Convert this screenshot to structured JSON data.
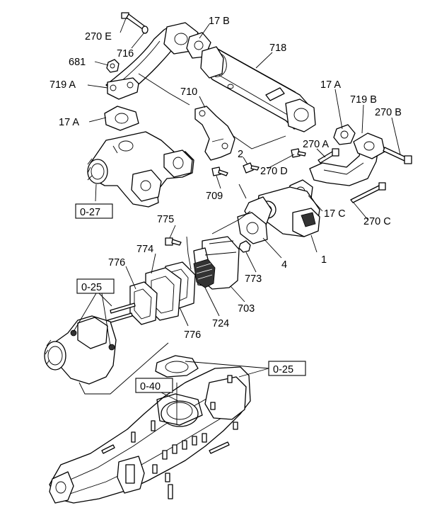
{
  "callouts": {
    "c270e": "270 E",
    "c17b": "17 B",
    "c716": "716",
    "c718": "718",
    "c681": "681",
    "c719a": "719 A",
    "c710": "710",
    "c17a_right": "17 A",
    "c719b": "719 B",
    "c270b": "270 B",
    "c17a_left": "17 A",
    "c270a": "270 A",
    "c2": "2",
    "c270d": "270 D",
    "c709": "709",
    "c17c": "17 C",
    "c270c": "270 C",
    "c775": "775",
    "c774": "774",
    "c776_top": "776",
    "c4": "4",
    "c1": "1",
    "c773": "773",
    "c703": "703",
    "c724": "724",
    "c776_bottom": "776"
  },
  "refs": {
    "r027": "0-27",
    "r025_left": "0-25",
    "r025_right": "0-25",
    "r040": "0-40"
  }
}
